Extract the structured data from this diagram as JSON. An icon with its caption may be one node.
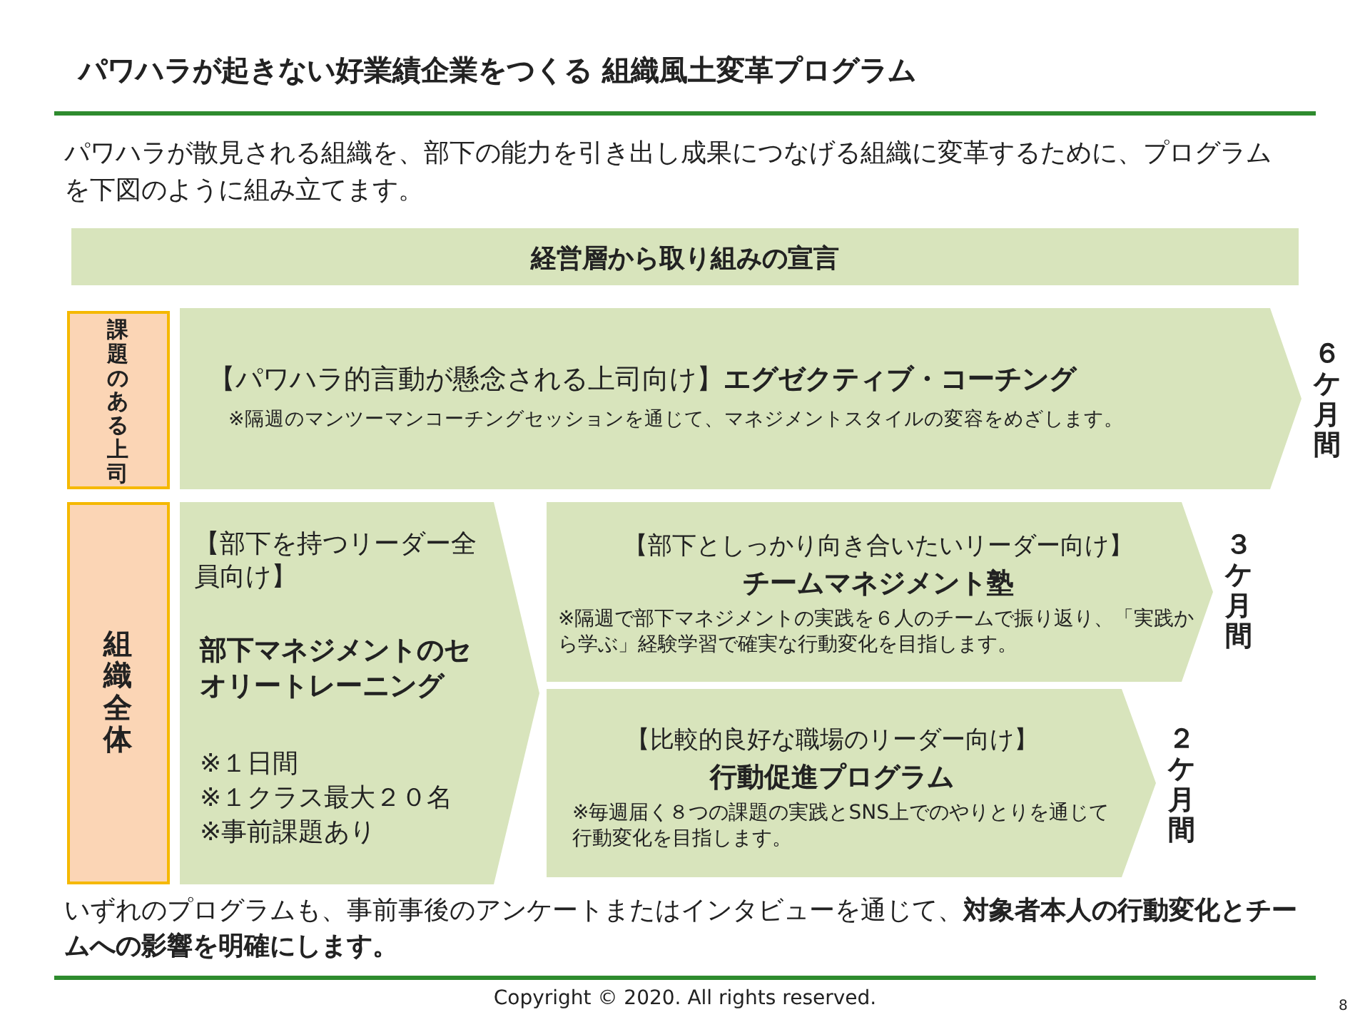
{
  "diagram": {
    "title": "パワハラが起きない好業績企業をつくる 組織風土変革プログラム",
    "nodes": [
      {
        "text": [
          "経営層から取り組みの宣言"
        ]
      },
      {
        "text": [
          "課題のある上司"
        ]
      },
      {
        "text": [
          "【パワハラ的言動が懸念される上司向け】**エグゼクティブ・コーチング**",
          "※隔週のマンツーマンコーチングセッションを通じて、マネジメントスタイルの変容をめざします。"
        ],
        "beside": [
          "６ケ月間"
        ]
      },
      {
        "text": [
          "組織全体"
        ]
      },
      {
        "text": [
          "【部下を持つリーダー全員向け】",
          "部下マネジメントのセオリートレーニング",
          "※１日間",
          "※１クラス最大２０名",
          "※事前課題あり"
        ]
      },
      {
        "text": [
          "【部下としっかり向き合いたいリーダー向け】",
          "チームマネジメント塾",
          "※隔週で部下マネジメントの実践を６人のチームで振り返り、「実践から学ぶ」経験学習で確実な行動変化を目指します。"
        ],
        "beside": [
          "３ケ月間"
        ]
      },
      {
        "text": [
          "【比較的良好な職場のリーダー向け】",
          "行動促進プログラム",
          "※毎週届く８つの課題の実践とSNS上でのやりとりを通じて行動変化を目指します。"
        ],
        "beside": [
          "２ケ月間"
        ]
      }
    ],
    "labels": [
      "パワハラが散見される組織を、部下の能力を引き出し成果につなげる組織に変革するために、プログラムを下図のように組み立てます。",
      "いずれのプログラムも、事前事後のアンケートまたはインタビューを通じて、**対象者本人の行動変化とチームへの影響を明確にします。**",
      "Copyright ©  2020. All rights reserved.",
      "8"
    ]
  }
}
